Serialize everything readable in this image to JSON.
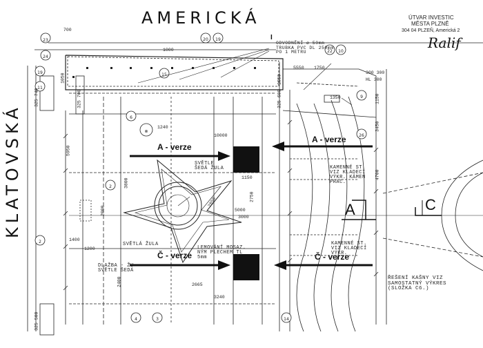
{
  "streets": {
    "top": "AMERICKÁ",
    "left": "KLATOVSKÁ"
  },
  "stamp": {
    "line1": "ÚTVAR INVESTIC",
    "line2": "MĚSTA PLZNĚ",
    "line3": "304 04 PLZEŇ, Americká 2",
    "signature": "Ralif"
  },
  "versions": {
    "a_left": "A - verze",
    "a_right": "A - verze",
    "c_left": "Č - verze",
    "c_right": "Č - verze"
  },
  "materials": {
    "granite_light_grey": "SVĚTLE ŠEDÁ ŽULA",
    "granite_light": "SVĚTLÁ ŽULA",
    "brass_mosaic": "LEMOVÁNÍ MOSAZ. NÝM PLECHEM TL 5mm",
    "slab_light_grey": "DLAŽBA - ŽU SVĚTLE ŠEDÁ",
    "stone_steps_1": "KAMENNÉ ST. VIZ KLADECÍ VÝKR. KÁMEN PRAC.",
    "stone_steps_2": "KAMENNÉ ST. VIZ KLADECÍ VÝKR."
  },
  "notes": {
    "pipe": "ODVODNĚNÍ ø 50mm TRUBKA PVC DL 250mm PO 1 METRU",
    "fountain": "ŘEŠENÍ KAŠNY VIZ SAMOSTATNÝ VÝKRES (SLOŽKA C6.)",
    "section_a": "A",
    "section_c": "C",
    "marker_i": "I"
  },
  "dimensions": [
    "700",
    "1050",
    "1000",
    "5950",
    "3800",
    "1400",
    "1200",
    "2000",
    "1240",
    "10000",
    "1150",
    "2750",
    "3000",
    "5000",
    "2850",
    "2400",
    "2665",
    "3240",
    "1350",
    "1750",
    "1050",
    "5550",
    "300 300",
    "HL 300",
    "1150",
    "4700",
    "3450",
    "325 740",
    "325 700",
    "325 600",
    "325 500"
  ],
  "ka_tags": [
    "23",
    "19",
    "24",
    "20",
    "19",
    "22",
    "10",
    "9",
    "26",
    "11",
    "6",
    "2",
    "3",
    "4",
    "14",
    "15"
  ]
}
